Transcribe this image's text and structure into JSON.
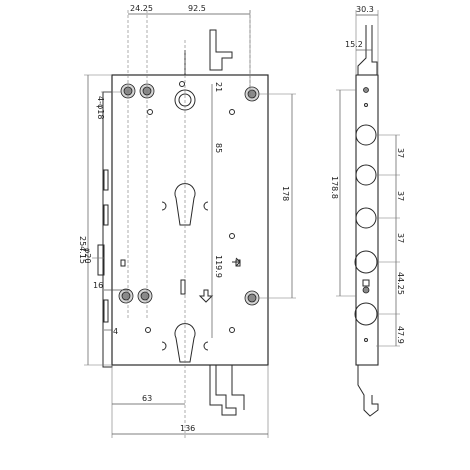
{
  "labels": {
    "top_dim_1": "24.25",
    "top_dim_2": "92.5",
    "side_top_width": "30.3",
    "side_dim_15": "15.2",
    "dim_21": "21",
    "dim_85": "85",
    "dim_178": "178",
    "dim_178_8": "178.8",
    "dim_119_9": "119.9",
    "dim_254": "254.15",
    "dim_4phi18": "4-φ18",
    "dim_phi20": "φ20",
    "dim_16": "16",
    "dim_4": "4",
    "dim_63": "63",
    "dim_136": "136",
    "side_dims": [
      "37",
      "37",
      "37",
      "44.25",
      "47.9"
    ]
  }
}
